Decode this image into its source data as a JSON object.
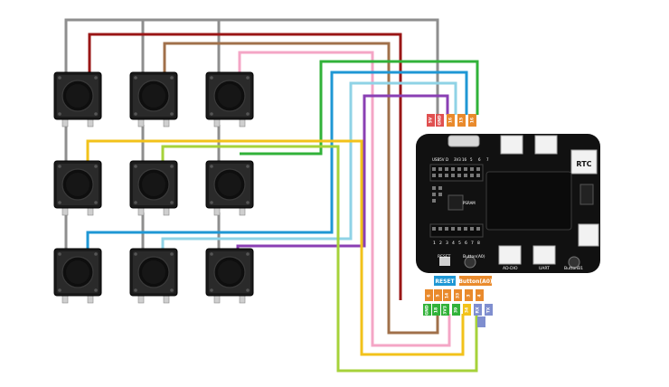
{
  "colors": {
    "gray": "#8e8e8e",
    "darkred": "#9a1616",
    "brown": "#a0704a",
    "pink": "#f4a6c6",
    "green": "#31b239",
    "blue": "#1f97d4",
    "lightblue": "#8fd3e6",
    "purple": "#8a3fb3",
    "yellow": "#f2c21a",
    "lime": "#a6d23a",
    "orange": "#e98a2c",
    "board": "#111111"
  },
  "board": {
    "top_labels": [
      "USB5V",
      "D",
      "3V3",
      "16",
      "5",
      "6",
      "7"
    ],
    "bottom_labels": [
      "1",
      "2",
      "3",
      "4",
      "5",
      "6",
      "7",
      "8"
    ],
    "rtc_label": "RTC",
    "psram_label": "PSRAM",
    "reset_label": "RESET",
    "button_a0_label": "Button(A0)",
    "button_b1_label": "ButtonB1",
    "ad_label": "AD-DIO",
    "uart_label": "UART",
    "reset_tag": "RESET",
    "buttona0_tag": "Button(A0)"
  },
  "top_pins": [
    "5V",
    "GND",
    "16",
    "15",
    "16"
  ],
  "bottom_pins_row1": [
    "6",
    "5",
    "14",
    "33",
    "3",
    "4"
  ],
  "bottom_pins_row2": [
    "GND",
    "18",
    "3V3",
    "39",
    "34",
    "RX",
    "TX"
  ]
}
